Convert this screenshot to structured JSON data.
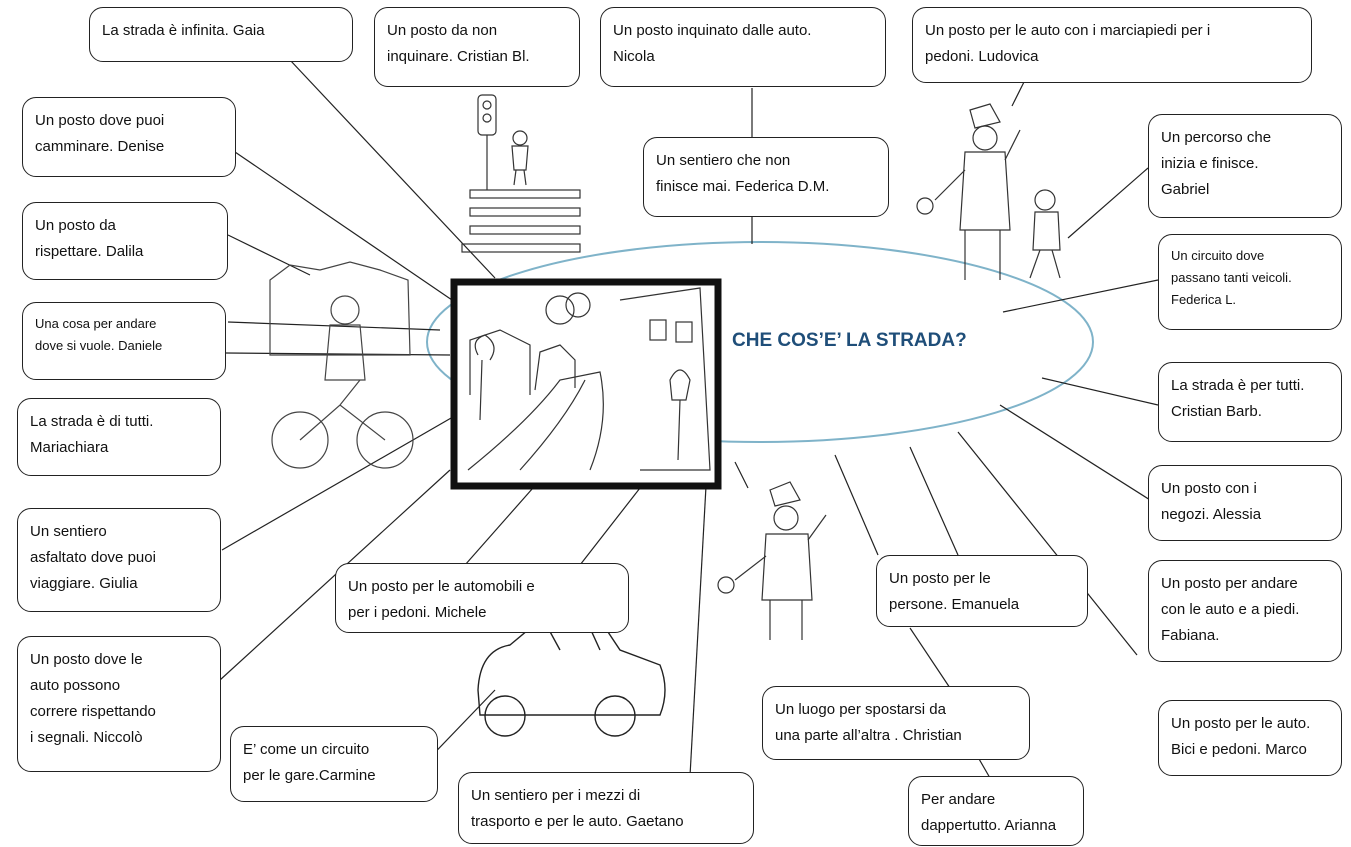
{
  "title": "CHE COS’E’ LA STRADA?",
  "colors": {
    "ellipse_stroke": "#7fb3c9",
    "title": "#1f4e79"
  },
  "boxes": [
    {
      "text": "La strada è infinita.  Gaia"
    },
    {
      "text": "Un posto da non\ninquinare.  Cristian Bl."
    },
    {
      "text": "Un posto inquinato dalle auto.\nNicola"
    },
    {
      "text": "Un posto  per le auto con i marciapiedi per i\npedoni.  Ludovica"
    },
    {
      "text": "Un posto dove  puoi\ncamminare. Denise"
    },
    {
      "text": "Un sentiero che non\nfinisce mai. Federica D.M."
    },
    {
      "text": "Un percorso che\ninizia e finisce.\nGabriel"
    },
    {
      "text": "Un posto da\nrispettare.  Dalila"
    },
    {
      "text": "Un circuito dove\npassano tanti veicoli.\nFederica L."
    },
    {
      "text": "Una cosa per andare\ndove si vuole. Daniele"
    },
    {
      "text": "La strada è di tutti.\nMariachiara"
    },
    {
      "text": "La strada è per tutti.\nCristian Barb."
    },
    {
      "text": "Un posto  con i\nnegozi. Alessia"
    },
    {
      "text": "Un sentiero\nasfaltato dove puoi\nviaggiare. Giulia"
    },
    {
      "text": "Un posto  per le automobili e\nper i pedoni.  Michele"
    },
    {
      "text": "Un posto  per le\npersone. Emanuela"
    },
    {
      "text": "Un posto per andare\ncon le auto e a piedi.\nFabiana."
    },
    {
      "text": "Un posto dove le\nauto possono\ncorrere rispettando\ni segnali. Niccolò"
    },
    {
      "text": "Un luogo per spostarsi da\nuna parte all’altra . Christian"
    },
    {
      "text": "Un posto  per le auto.\nBici e pedoni. Marco"
    },
    {
      "text": "E’ come un circuito\nper le gare.Carmine"
    },
    {
      "text": "Un  sentiero per i mezzi di\ntrasporto e per  le auto. Gaetano"
    },
    {
      "text": "Per andare\ndappertutto. Arianna"
    }
  ],
  "illustrations": [
    "street-scene-drawing",
    "traffic-light-crosswalk-drawing",
    "traffic-officer-and-child-drawing",
    "cyclist-drawing",
    "car-drawing",
    "traffic-officer-drawing"
  ]
}
